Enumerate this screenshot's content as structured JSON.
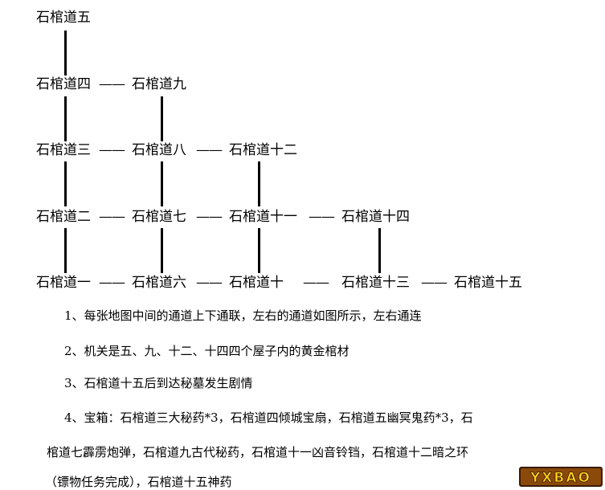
{
  "nodes": {
    "n1": "石棺道一",
    "n2": "石棺道二",
    "n3": "石棺道三",
    "n4": "石棺道四",
    "n5": "石棺道五",
    "n6": "石棺道六",
    "n7": "石棺道七",
    "n8": "石棺道八",
    "n9": "石棺道九",
    "n10": "石棺道十",
    "n11": "石棺道十一",
    "n12": "石棺道十二",
    "n13": "石棺道十三",
    "n14": "石棺道十四",
    "n15": "石棺道十五"
  },
  "connector": "——",
  "notes": {
    "note1": "1、每张地图中间的通道上下通联，左右的通道如图所示，左右通连",
    "note2": "2、机关是五、九、十二、十四四个屋子内的黄金棺材",
    "note3": "3、石棺道十五后到达秘墓发生剧情",
    "note4_line1": "4、宝箱：石棺道三大秘药*3，石棺道四倾城宝扇，石棺道五幽冥鬼药*3，石",
    "note4_line2": "棺道七霹雳炮弹，石棺道九古代秘药，石棺道十一凶音铃铛，石棺道十二暗之环",
    "note4_line3": "（镖物任务完成），石棺道十五神药"
  },
  "logo": {
    "text": "YXBAO"
  }
}
